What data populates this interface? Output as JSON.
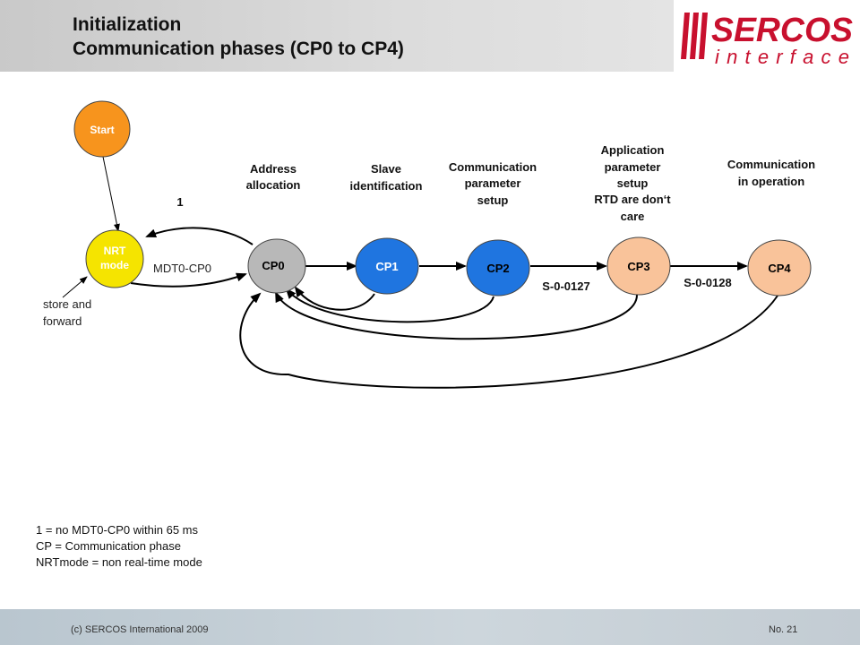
{
  "header": {
    "title_line1": "Initialization",
    "title_line2": "Communication phases (CP0 to CP4)"
  },
  "logo": {
    "top": "SERCOS",
    "bottom": "interface",
    "color": "#c8102e"
  },
  "diagram": {
    "start_label": "Start",
    "nrt_line1": "NRT",
    "nrt_line2": "mode",
    "cp0": "CP0",
    "cp1": "CP1",
    "cp2": "CP2",
    "cp3": "CP3",
    "cp4": "CP4",
    "label_1": "1",
    "mdt_label": "MDT0-CP0",
    "store_line1": "store and",
    "store_line2": "forward",
    "address_line1": "Address",
    "address_line2": "allocation",
    "slave_line1": "Slave",
    "slave_line2": "identification",
    "comm_setup_line1": "Communication",
    "comm_setup_line2": "parameter",
    "comm_setup_line3": "setup",
    "app_line1": "Application",
    "app_line2": "parameter",
    "app_line3": "setup",
    "app_line4": "RTD are don‘t",
    "app_line5": "care",
    "comm_op_line1": "Communication",
    "comm_op_line2": "in operation",
    "s127": "S-0-0127",
    "s128": "S-0-0128",
    "colors": {
      "start": "#f7941d",
      "nrt": "#f5e400",
      "cp0": "#b8b8b8",
      "cp_blue": "#1f75e0",
      "cp_peach": "#f9c39a"
    }
  },
  "legend": {
    "line1": "1 = no MDT0-CP0 within 65 ms",
    "line2": "CP = Communication phase",
    "line3": "NRTmode = non real-time mode"
  },
  "footer": {
    "copyright": "(c) SERCOS International 2009",
    "page": "No. 21"
  }
}
